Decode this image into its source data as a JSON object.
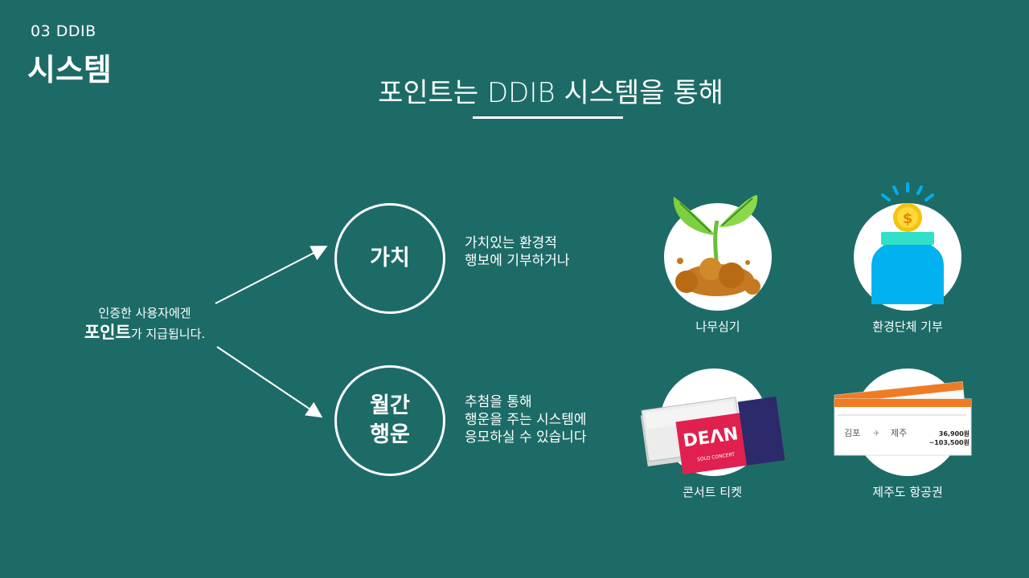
{
  "header": {
    "section_number": "03 DDIB",
    "section_title": "시스템"
  },
  "main": {
    "title": "포인트는 DDIB 시스템을 통해"
  },
  "left": {
    "line1": "인증한 사용자에겐",
    "line2_bold": "포인트",
    "line2_rest": "가 지급됩니다."
  },
  "value": {
    "circle_label": "가치",
    "desc_line1": "가치있는 환경적",
    "desc_line2": "행보에 기부하거나"
  },
  "monthly": {
    "circle_line1": "월간",
    "circle_line2": "행운",
    "desc_line1": "추첨을 통해",
    "desc_line2": "행운을 주는 시스템에",
    "desc_line3": "응모하실 수 있습니다"
  },
  "icons": {
    "tree_label": "나무심기",
    "jar_label": "환경단체 기부",
    "concert_label": "콘서트 티켓",
    "flight_label": "제주도 항공권"
  },
  "concert_ticket": {
    "brand": "DEΛN"
  },
  "flight_ticket": {
    "from": "김포",
    "to": "제주",
    "price1": "36,900원",
    "price2": "~103,500원"
  },
  "colors": {
    "background": "#1d6b66",
    "foreground": "#ffffff"
  }
}
